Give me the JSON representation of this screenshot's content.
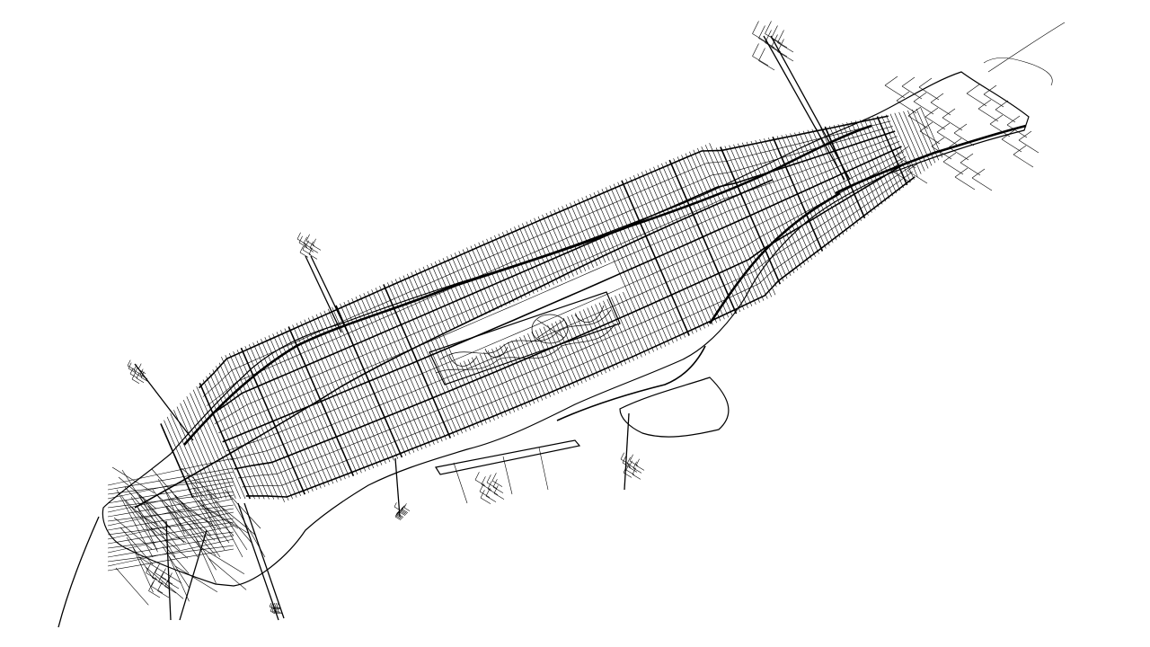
{
  "map": {
    "style": "black street network on white background",
    "background_color": "#ffffff",
    "line_color": "#000000",
    "features": [
      "island-outline",
      "street-grid",
      "avenues",
      "highways",
      "bridges",
      "park-paths",
      "river-island"
    ]
  }
}
